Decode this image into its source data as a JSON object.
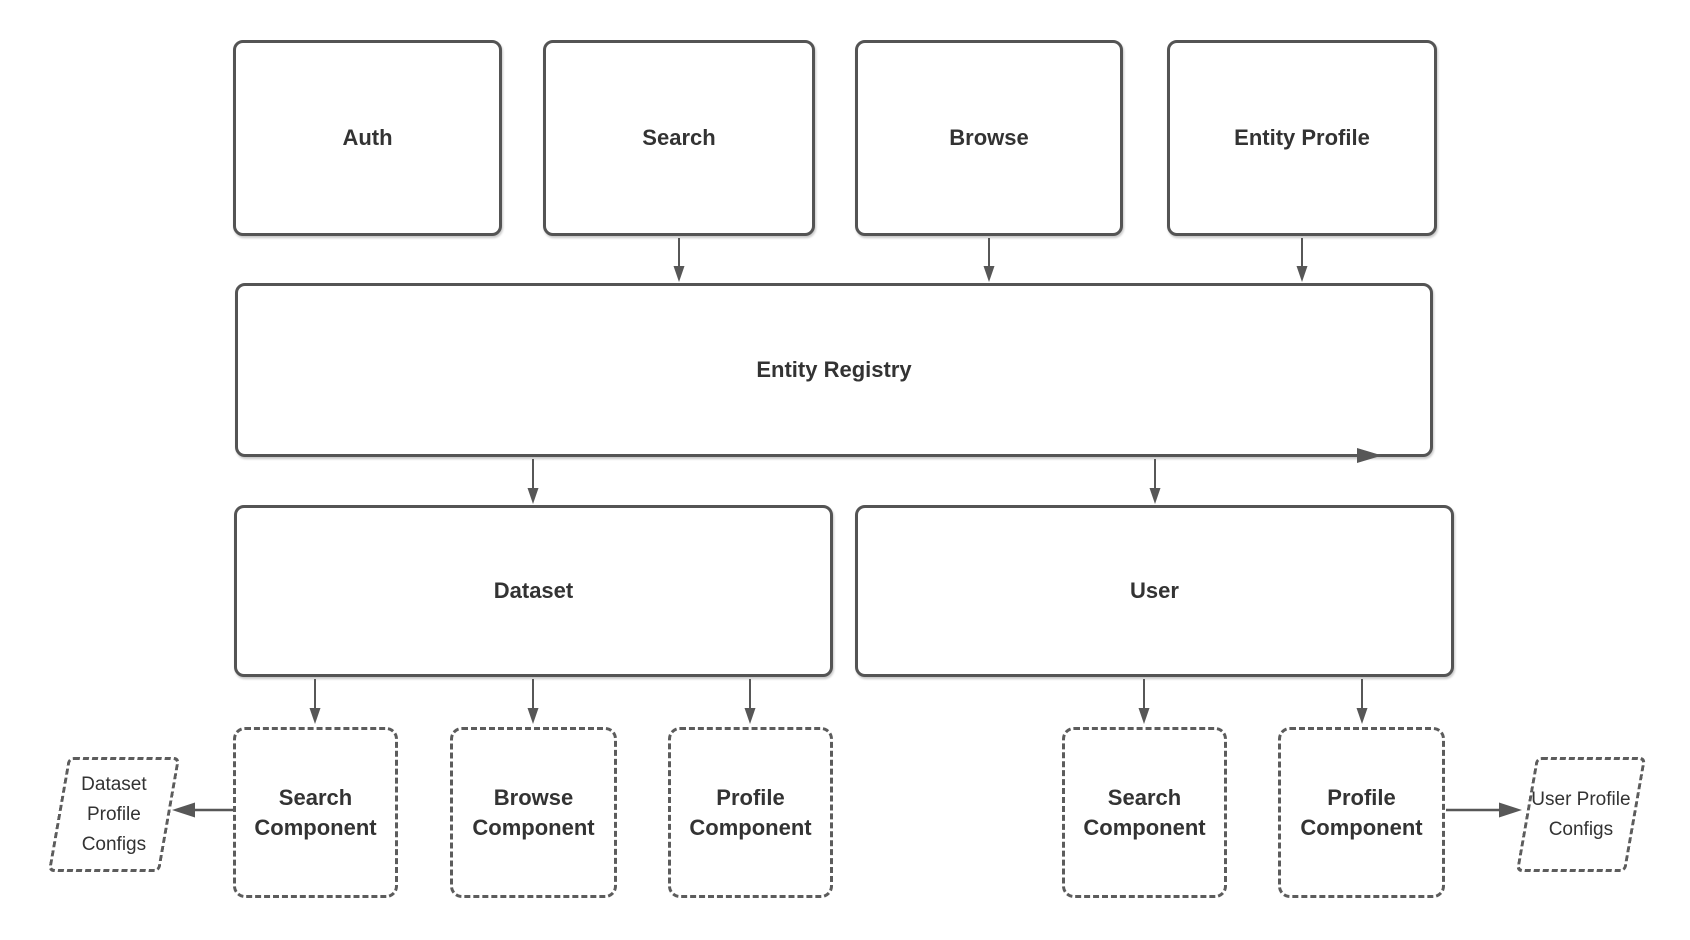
{
  "diagram": {
    "colors": {
      "background": "#ffffff",
      "stroke": "#545454",
      "text": "#333333"
    },
    "nodes": {
      "auth": {
        "label": "Auth",
        "shape": "rounded-rect-solid"
      },
      "search": {
        "label": "Search",
        "shape": "rounded-rect-solid"
      },
      "browse": {
        "label": "Browse",
        "shape": "rounded-rect-solid"
      },
      "entity_profile": {
        "label": "Entity Profile",
        "shape": "rounded-rect-solid"
      },
      "entity_registry": {
        "label": "Entity Registry",
        "shape": "rounded-rect-solid"
      },
      "dataset": {
        "label": "Dataset",
        "shape": "rounded-rect-solid"
      },
      "user": {
        "label": "User",
        "shape": "rounded-rect-solid"
      },
      "dataset_search_component": {
        "label": "Search Component",
        "shape": "rounded-rect-dashed"
      },
      "dataset_browse_component": {
        "label": "Browse Component",
        "shape": "rounded-rect-dashed"
      },
      "dataset_profile_component": {
        "label": "Profile Component",
        "shape": "rounded-rect-dashed"
      },
      "user_search_component": {
        "label": "Search Component",
        "shape": "rounded-rect-dashed"
      },
      "user_profile_component": {
        "label": "Profile Component",
        "shape": "rounded-rect-dashed"
      },
      "dataset_profile_configs": {
        "label": "Dataset Profile Configs",
        "shape": "parallelogram-dashed"
      },
      "user_profile_configs": {
        "label": "User Profile Configs",
        "shape": "parallelogram-dashed"
      }
    },
    "edges": [
      {
        "from": "Search",
        "to": "Entity Registry"
      },
      {
        "from": "Browse",
        "to": "Entity Registry"
      },
      {
        "from": "Entity Profile",
        "to": "Entity Registry"
      },
      {
        "from": "Entity Registry",
        "to": "Dataset"
      },
      {
        "from": "Entity Registry",
        "to": "User"
      },
      {
        "from": "Dataset",
        "to": "Search Component"
      },
      {
        "from": "Dataset",
        "to": "Browse Component"
      },
      {
        "from": "Dataset",
        "to": "Profile Component"
      },
      {
        "from": "User",
        "to": "Search Component"
      },
      {
        "from": "User",
        "to": "Profile Component"
      },
      {
        "from": "Search Component",
        "to": "Dataset Profile Configs"
      },
      {
        "from": "Profile Component",
        "to": "User Profile Configs"
      }
    ],
    "extra_arrowhead": "right-pointing arrowhead drawn on the bottom edge of Entity Registry near its bottom-right corner"
  }
}
